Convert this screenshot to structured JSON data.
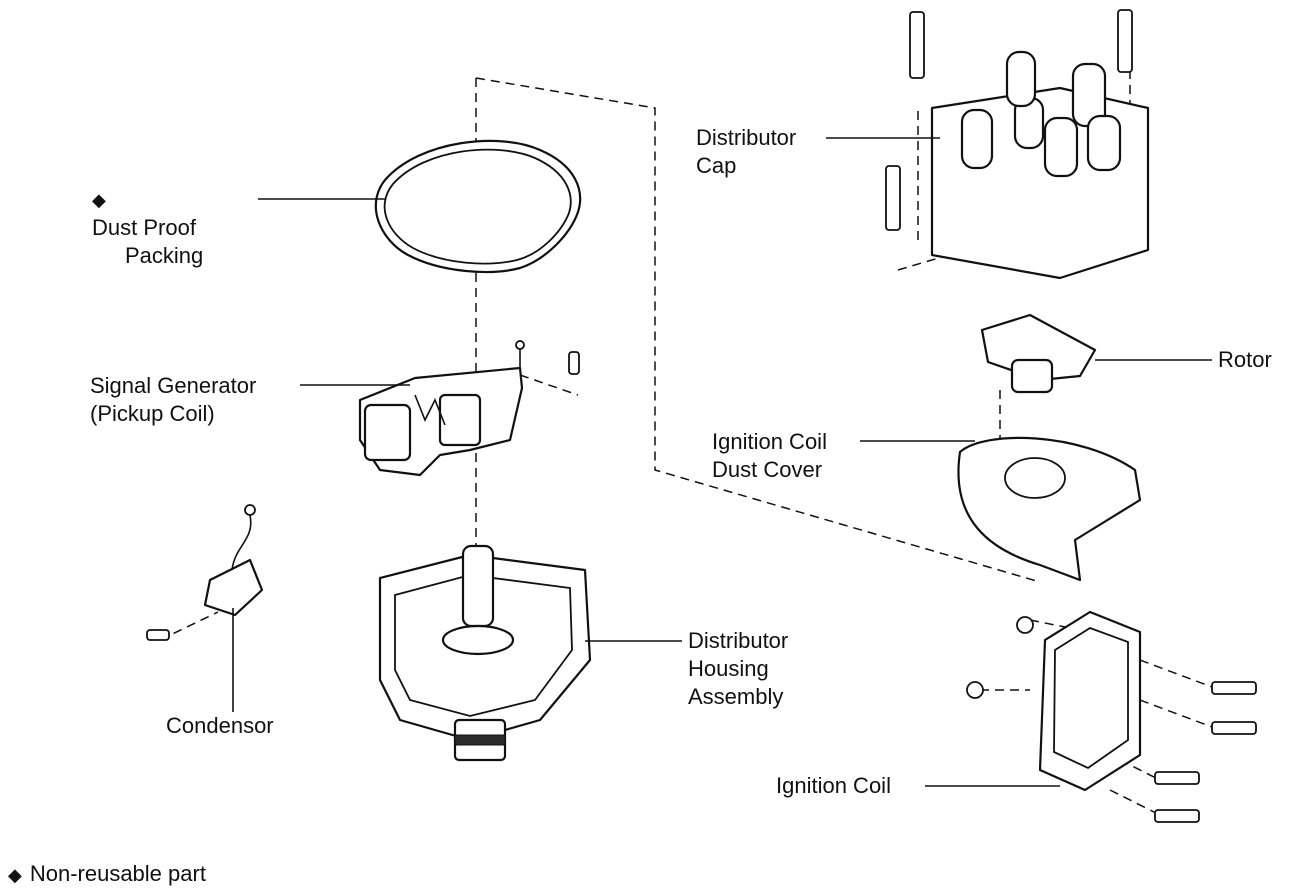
{
  "labels": {
    "dust_proof_packing": [
      "Dust Proof",
      "Packing"
    ],
    "distributor_cap": [
      "Distributor",
      "Cap"
    ],
    "signal_generator": [
      "Signal Generator",
      "(Pickup Coil)"
    ],
    "rotor": "Rotor",
    "ignition_coil_dust_cover": [
      "Ignition Coil",
      "Dust Cover"
    ],
    "condensor": "Condensor",
    "distributor_housing_assembly": [
      "Distributor",
      "Housing",
      "Assembly"
    ],
    "ignition_coil": "Ignition Coil"
  },
  "legend": {
    "symbol": "◆",
    "text": "Non-reusable part"
  },
  "non_reusable_marker": "◆"
}
